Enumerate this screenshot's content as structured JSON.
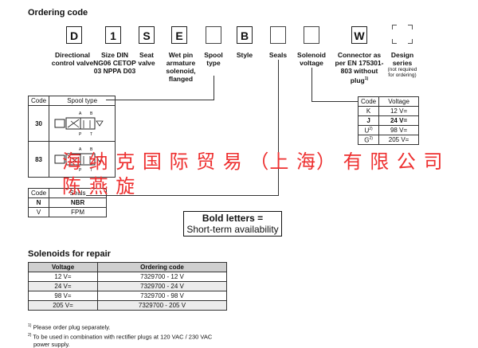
{
  "heading": "Ordering code",
  "code_boxes": [
    "D",
    "1",
    "S",
    "E",
    "",
    "B",
    "",
    "",
    "W"
  ],
  "labels": {
    "directional": "Directional control valve",
    "size": "Size DIN NG06 CETOP 03 NPPA D03",
    "seat": "Seat valve",
    "wetpin": "Wet pin armature solenoid, flanged",
    "spool": "Spool type",
    "style": "Style",
    "seals": "Seals",
    "solenoid": "Solenoid voltage",
    "connector": "Connector as per EN 175301-803 without plug",
    "connector_note": "1)",
    "design": "Design series",
    "design_note": "(not required for ordering)"
  },
  "spool_table": {
    "headers": [
      "Code",
      "Spool type"
    ],
    "rows": [
      {
        "code": "30",
        "ports": "A B P T"
      },
      {
        "code": "83",
        "ports": "A B P T"
      }
    ]
  },
  "seals_table": {
    "headers": [
      "Code",
      "Seals"
    ],
    "rows": [
      [
        "N",
        "NBR"
      ],
      [
        "V",
        "FPM"
      ]
    ]
  },
  "voltage_table": {
    "headers": [
      "Code",
      "Voltage"
    ],
    "rows": [
      {
        "code": "K",
        "note": "",
        "voltage": "12 V="
      },
      {
        "code": "J",
        "note": "",
        "voltage": "24 V="
      },
      {
        "code": "U",
        "note": "2)",
        "voltage": "98 V="
      },
      {
        "code": "G",
        "note": "2)",
        "voltage": "205 V="
      }
    ]
  },
  "bold_note": {
    "line1": "Bold letters =",
    "line2": "Short-term availability"
  },
  "repair": {
    "title": "Solenoids for repair",
    "headers": [
      "Voltage",
      "Ordering code"
    ],
    "rows": [
      [
        "12 V=",
        "7329700 - 12 V"
      ],
      [
        "24 V=",
        "7329700 - 24 V"
      ],
      [
        "98 V=",
        "7329700 - 98 V"
      ],
      [
        "205 V=",
        "7329700 - 205 V"
      ]
    ]
  },
  "footnotes": [
    {
      "mark": "1)",
      "text": "Please order plug separately."
    },
    {
      "mark": "2)",
      "text": "To be used in combination with rectifier plugs at 120 VAC / 230 VAC"
    },
    {
      "mark": "",
      "text": "power supply."
    }
  ],
  "watermark": {
    "line1": "海 纳 克 国 际 贸 易 （上 海） 有 限 公 司",
    "line2": "陈 燕 旋"
  }
}
